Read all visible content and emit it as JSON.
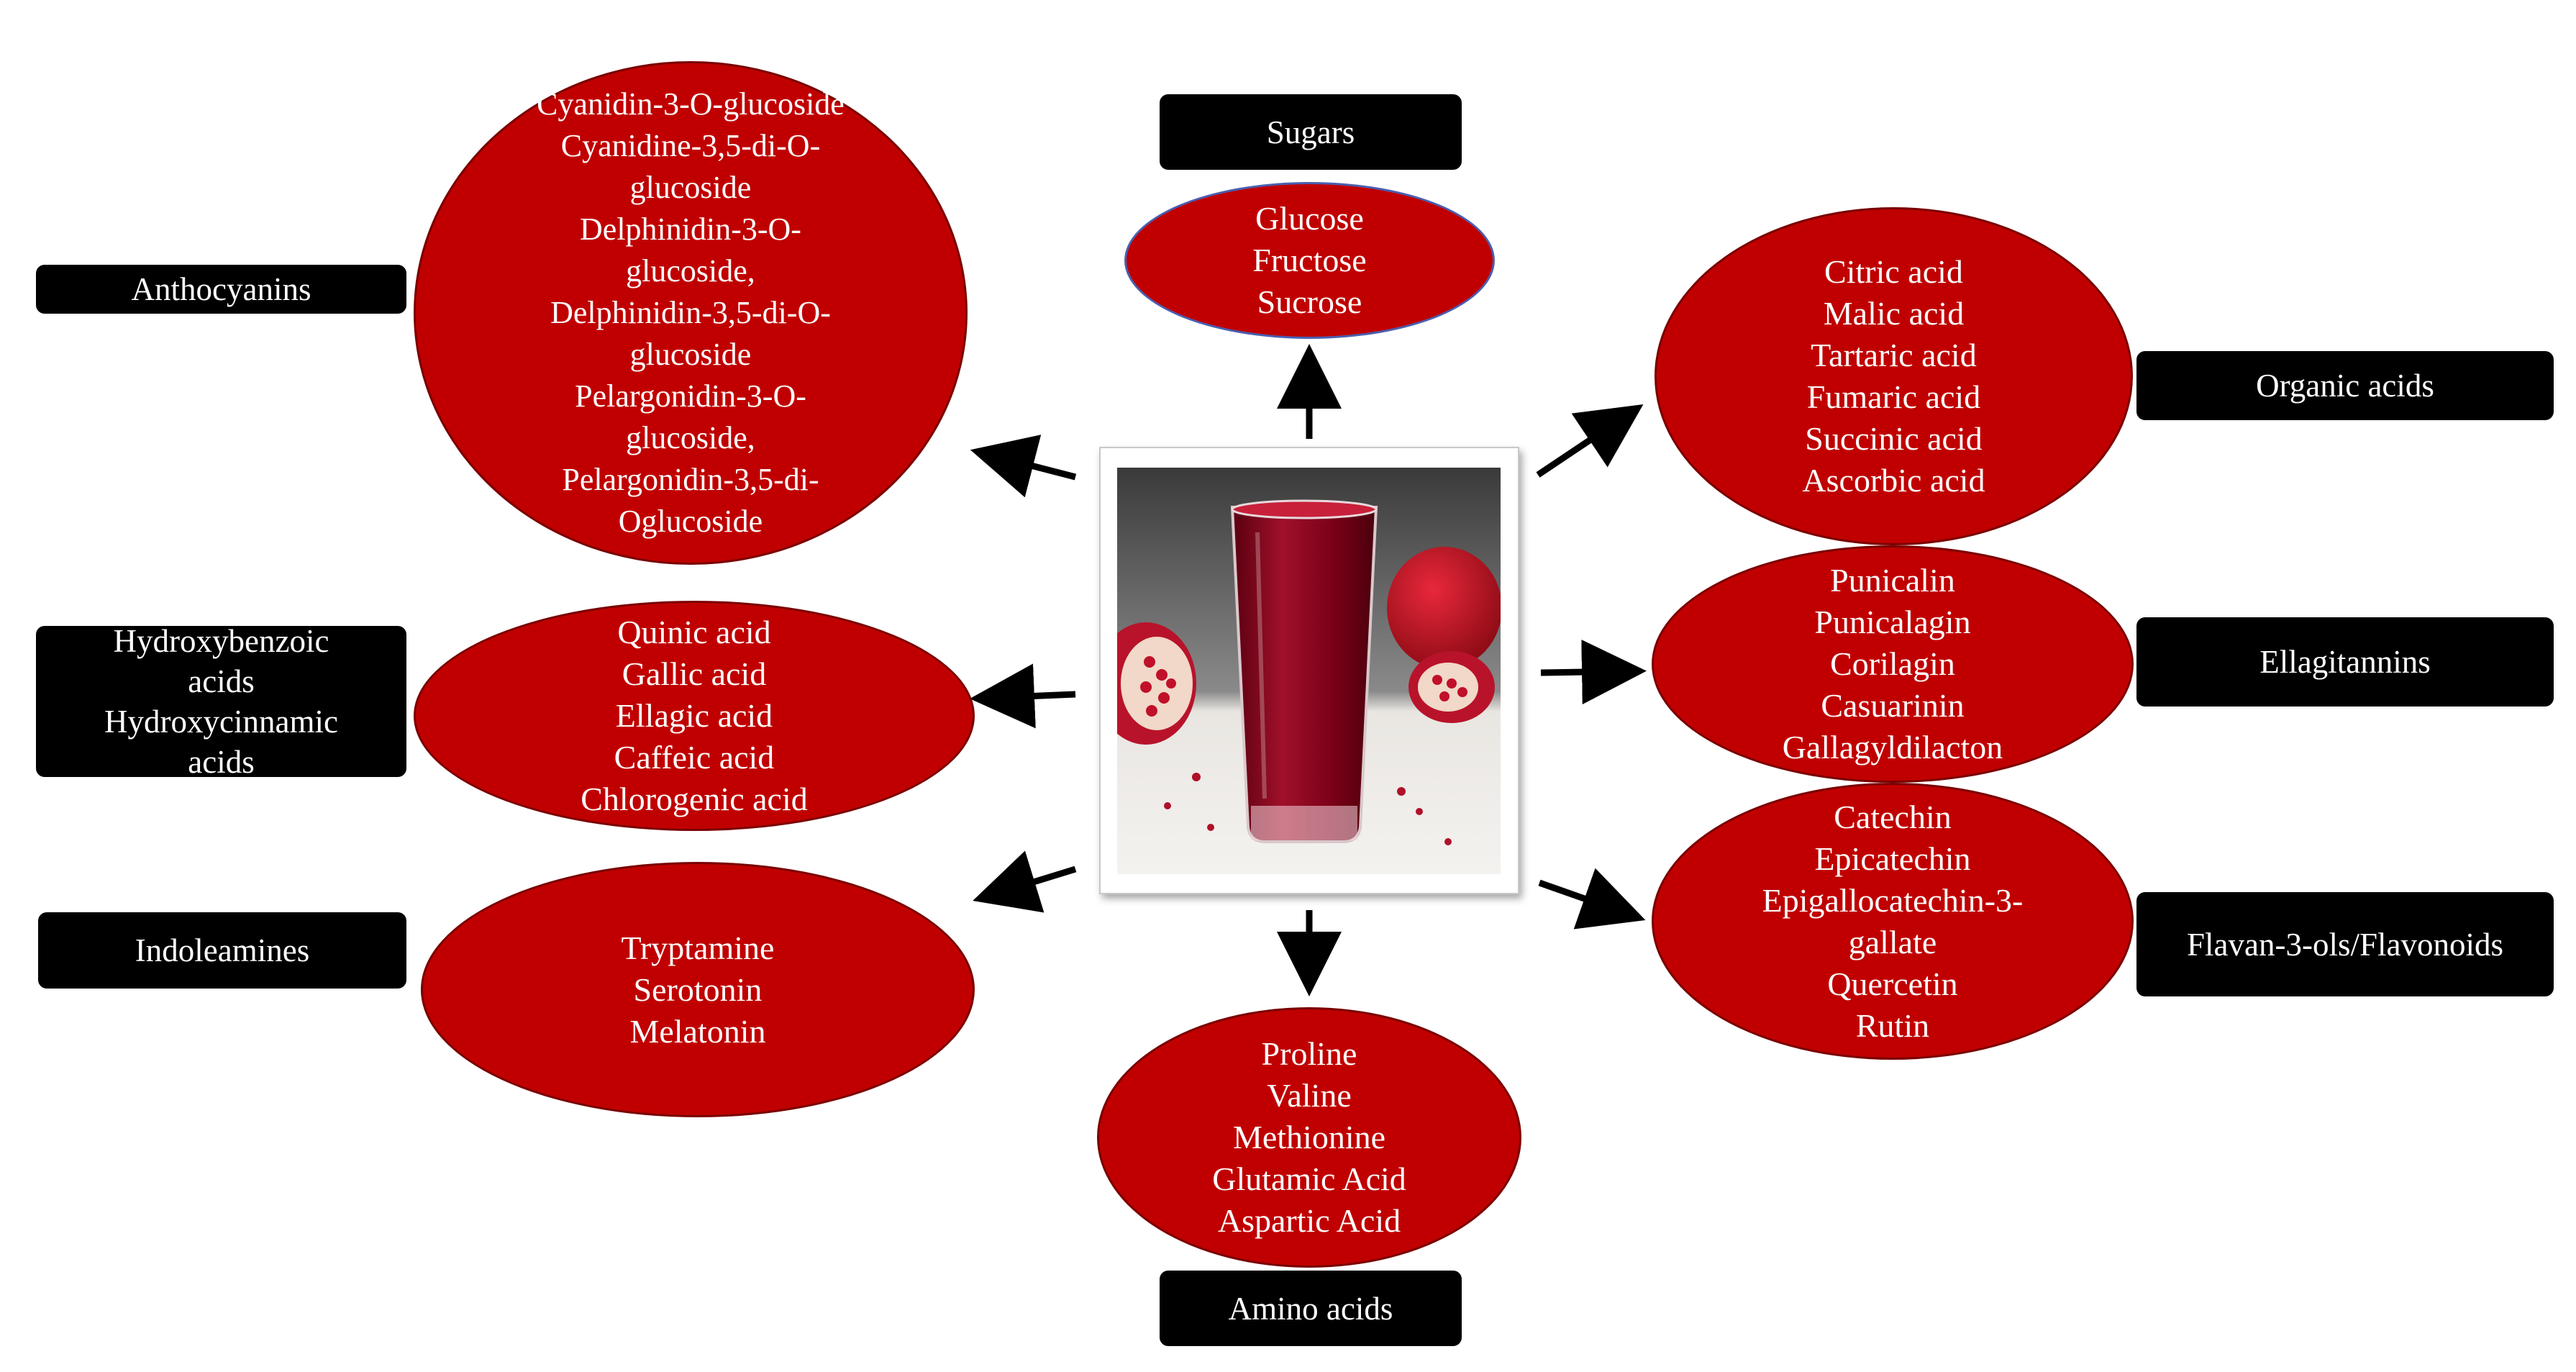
{
  "groups": {
    "sugars": {
      "label": "Sugars",
      "items": [
        "Glucose",
        "Fructose",
        "Sucrose"
      ]
    },
    "anthocyanins": {
      "label": "Anthocyanins",
      "items": [
        "Cyanidin-3-O-glucoside",
        "Cyanidine-3,5-di-O-",
        "glucoside",
        "Delphinidin-3-O-",
        "glucoside,",
        "Delphinidin-3,5-di-O-",
        "glucoside",
        "Pelargonidin-3-O-",
        "glucoside,",
        "Pelargonidin-3,5-di-",
        "Oglucoside"
      ]
    },
    "phenolic_acids": {
      "label_lines": [
        "Hydroxybenzoic",
        "acids",
        "Hydroxycinnamic",
        "acids"
      ],
      "items": [
        "Quinic acid",
        "Gallic acid",
        "Ellagic acid",
        "Caffeic acid",
        "Chlorogenic acid"
      ]
    },
    "indoleamines": {
      "label": "Indoleamines",
      "items": [
        "Tryptamine",
        "Serotonin",
        "Melatonin"
      ]
    },
    "amino_acids": {
      "label": "Amino acids",
      "items": [
        "Proline",
        "Valine",
        "Methionine",
        "Glutamic Acid",
        "Aspartic Acid"
      ]
    },
    "organic_acids": {
      "label": "Organic acids",
      "items": [
        "Citric acid",
        "Malic acid",
        "Tartaric acid",
        "Fumaric acid",
        "Succinic acid",
        "Ascorbic acid"
      ]
    },
    "ellagitannins": {
      "label": "Ellagitannins",
      "items": [
        "Punicalin",
        "Punicalagin",
        "Corilagin",
        "Casuarinin",
        "Gallagyldilacton"
      ]
    },
    "flavonoids": {
      "label": "Flavan-3-ols/Flavonoids",
      "items": [
        "Catechin",
        "Epicatechin",
        "Epigallocatechin-3-",
        "gallate",
        "Quercetin",
        "Rutin"
      ]
    }
  },
  "colors": {
    "ellipse_fill": "#c00000",
    "label_fill": "#000000",
    "text": "#ffffff",
    "arrow": "#000000"
  }
}
